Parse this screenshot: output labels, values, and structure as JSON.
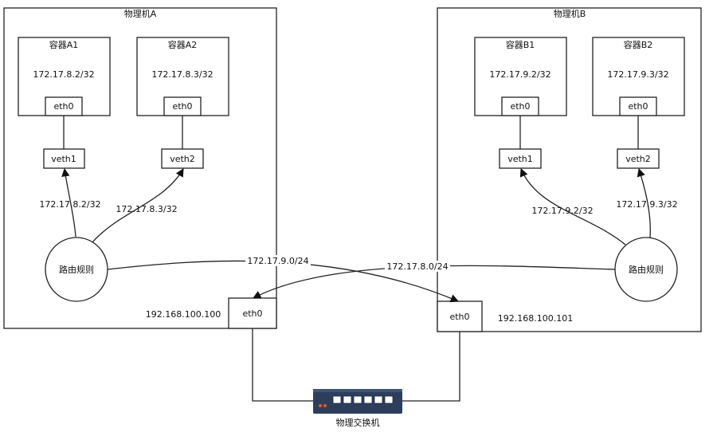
{
  "hostA": {
    "title": "物理机A",
    "containers": [
      {
        "title": "容器A1",
        "ip": "172.17.8.2/32",
        "iface": "eth0"
      },
      {
        "title": "容器A2",
        "ip": "172.17.8.3/32",
        "iface": "eth0"
      }
    ],
    "veths": [
      "veth1",
      "veth2"
    ],
    "veth_labels": [
      "172.17.8.2/32",
      "172.17.8.3/32"
    ],
    "router": "路由规则",
    "nic": "eth0",
    "nic_ip": "192.168.100.100"
  },
  "hostB": {
    "title": "物理机B",
    "containers": [
      {
        "title": "容器B1",
        "ip": "172.17.9.2/32",
        "iface": "eth0"
      },
      {
        "title": "容器B2",
        "ip": "172.17.9.3/32",
        "iface": "eth0"
      }
    ],
    "veths": [
      "veth1",
      "veth2"
    ],
    "veth_labels": [
      "172.17.9.2/32",
      "172.17.9.3/32"
    ],
    "router": "路由规则",
    "nic": "eth0",
    "nic_ip": "192.168.100.101"
  },
  "routes": {
    "a_to_b": "172.17.9.0/24",
    "b_to_a": "172.17.8.0/24"
  },
  "switch": {
    "label": "物理交换机",
    "port_count": 6
  },
  "colors": {
    "line": "#222222",
    "switch_body": "#2c3e5c",
    "switch_port": "#ffffff",
    "switch_led": "#e05a2a"
  }
}
